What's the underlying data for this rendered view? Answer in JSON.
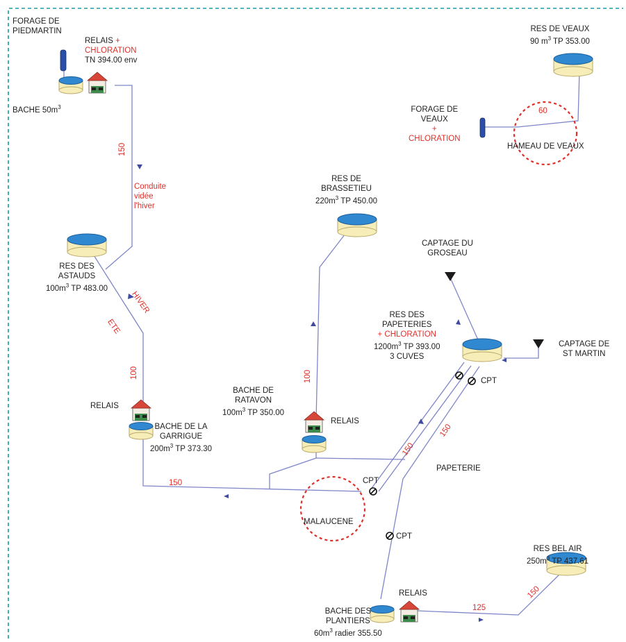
{
  "title": "",
  "colors": {
    "pipe": "#7f86c8",
    "reservoir_fill": "#2f88d0",
    "reservoir_body": "#f6edb8",
    "red": "#e0302a",
    "frame": "#1a9aa8",
    "text": "#222222"
  },
  "nodes": {
    "forage_piedmartin": {
      "line1": "FORAGE DE",
      "line2": "PIEDMARTIN"
    },
    "relais_chloration_top": {
      "line1": "RELAIS",
      "plus": "+",
      "line2": "CHLORATION",
      "line3": "TN 394.00 env"
    },
    "bache_50": {
      "label": "BACHE 50m",
      "sup": "3"
    },
    "conduite": {
      "line1": "Conduite",
      "line2": "vidée",
      "line3": "l'hiver"
    },
    "res_astauds": {
      "line1": "RES DES",
      "line2": "ASTAUDS",
      "line3a": "100m",
      "sup": "3",
      "line3b": " TP 483.00"
    },
    "hiver": "HIVER",
    "ete": "ETE",
    "relais_garrigue": "RELAIS",
    "bache_garrigue": {
      "line1": "BACHE DE LA",
      "line2": "GARRIGUE",
      "line3": "200m",
      "sup": "3",
      "line3b": " TP 373.30"
    },
    "res_brassetieu": {
      "line1": "RES DE",
      "line2": "BRASSETIEU",
      "line3": "220m",
      "sup": "3",
      "line3b": " TP 450.00"
    },
    "bache_ratavon": {
      "line1": "BACHE DE",
      "line2": "RATAVON",
      "line3": "100m",
      "sup": "3",
      "line3b": " TP 350.00"
    },
    "relais_ratavon": "RELAIS",
    "res_veaux": {
      "line1": "RES DE VEAUX",
      "line2": "90 m",
      "sup": "3",
      "line2b": " TP 353.00"
    },
    "forage_veaux": {
      "line1": "FORAGE DE",
      "line2": "VEAUX",
      "plus": "+",
      "line3": "CHLORATION"
    },
    "hameau_veaux": "HAMEAU DE VEAUX",
    "captage_groseau": {
      "line1": "CAPTAGE DU",
      "line2": "GROSEAU"
    },
    "res_papeteries": {
      "line1": "RES DES",
      "line2": "PAPETERIES",
      "line3": "+ CHLORATION",
      "line4": "1200m",
      "sup": "3",
      "line4b": " TP 393.00",
      "line5": "3 CUVES"
    },
    "captage_st_martin": {
      "line1": "CAPTAGE DE",
      "line2": "ST MARTIN"
    },
    "cpt_papeteries": "CPT",
    "papeterie": "PAPETERIE",
    "cpt_malaucene": "CPT",
    "malaucene": "MALAUCENE",
    "cpt_south": "CPT",
    "res_bel_air": {
      "line1": "RES BEL AIR",
      "line2": "250m",
      "sup": "3",
      "line2b": " TP 437.61"
    },
    "bache_plantiers": {
      "line1": "BACHE DES",
      "line2": "PLANTIERS",
      "line3": "60m",
      "sup": "3",
      "line3b": " radier 355.50"
    },
    "relais_plantiers": "RELAIS"
  },
  "pipes": {
    "d150_top": "150",
    "d100_astauds": "100",
    "d150_garrigue": "150",
    "d100_ratavon": "100",
    "d60_veaux": "60",
    "d150_a": "150",
    "d150_b": "150",
    "d125": "125",
    "d150_belair": "150"
  }
}
